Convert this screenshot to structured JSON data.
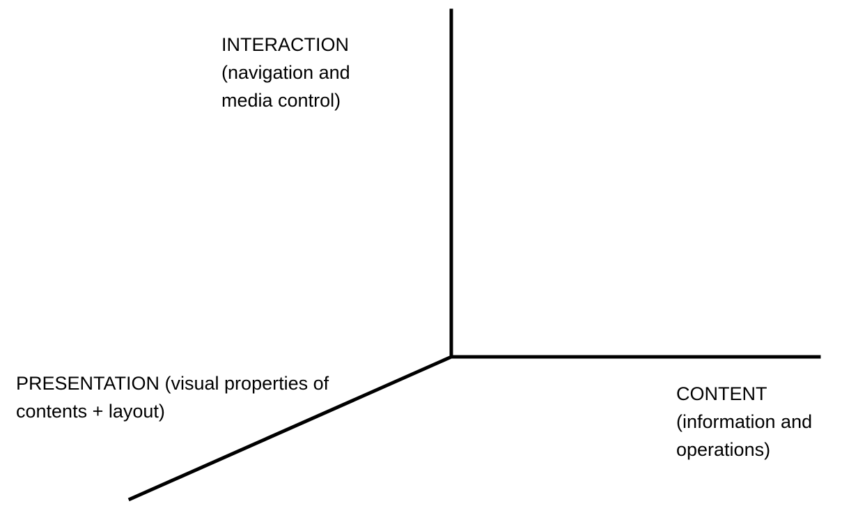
{
  "diagram": {
    "stroke_color": "#000000",
    "background_color": "#ffffff",
    "axes": {
      "interaction": {
        "lines": [
          "INTERACTION",
          "(navigation and",
          "media control)"
        ]
      },
      "presentation": {
        "lines": [
          "PRESENTATION (visual properties of",
          "contents + layout)"
        ]
      },
      "content": {
        "lines": [
          "CONTENT",
          "(information and",
          "operations)"
        ]
      }
    }
  }
}
